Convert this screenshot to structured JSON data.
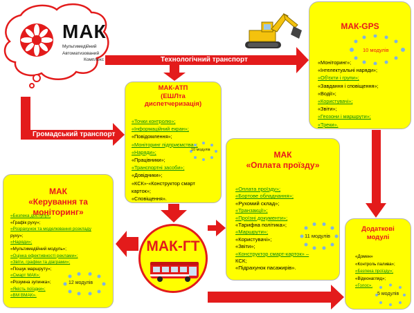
{
  "logo": {
    "title": "МАК",
    "subtitle_lines": [
      "Мультимедійний",
      "Автоматизований",
      "Комплекс"
    ]
  },
  "arrows": {
    "tech_transport": "Технологічний транспорт",
    "public_transport": "Громадський транспорт"
  },
  "gps": {
    "title": "МАК-GPS",
    "modules": "10 модулів",
    "items": [
      "«Моніторинг»;",
      "«Інтелектуальні наряди»;",
      "«Об'єкти і групи»;",
      "«Завдання і сповіщення»;",
      "«Водії»;",
      "«Користувачі»;",
      "«Звіти»;",
      "«Геозони і маршрути»;",
      "«Треки»."
    ]
  },
  "atp": {
    "title_lines": [
      "МАК-АТП",
      "(ЕШЛта",
      "диспетчеризація)"
    ],
    "modules": "10 модулів",
    "items": [
      "«Точки контролю»;",
      "«Інформаційний екран»;",
      "«Повідомлення»;",
      "«Моніторинг підприємства»;",
      "«Наряди»;",
      "«Працівники»;",
      "«Транспортні засоби»;",
      "«Довідники»;",
      "«КСК»-«Конструктор смарт",
      "карток»;",
      "«Сповіщення»."
    ]
  },
  "oplata": {
    "title_lines": [
      "МАК",
      "«Оплата проїзду»"
    ],
    "modules": "11 модулів",
    "items": [
      "«Оплата проїзду»;",
      "«Бортове обладнання»;",
      "«Рухомий склад»;",
      "«Транзакції»;",
      "«Проїзні документи»;",
      "«Тарифна політика»;",
      "«Маршрути»;",
      "«Користувачі»;",
      "«Звіти»;",
      "«Конструктор смарт-карток» –",
      "КСК;",
      "«Підрахунок пасажирів»."
    ]
  },
  "keruvannia": {
    "title_lines": [
      "МАК",
      "«Керування та",
      "моніторинг»"
    ],
    "modules": "12 модулів",
    "items": [
      "«Безпека доступу»;",
      "«Графік руху»;",
      "«Розрахунок та моделювання розкладу",
      "руху»;",
      "«Наряди»;",
      "«Мультимедійний модуль»;",
      "«Оцінка ефективності реклами»;",
      "«Звіти, графіки та діаграми»;",
      "«Пошук маршруту»;",
      "«Смарт МАК»;",
      "«Розумна зупинка»;",
      "«Якість поїздки»;",
      "«ВМ ВМАК»."
    ]
  },
  "dodatkovi": {
    "title_lines": [
      "Додаткові",
      "модулі"
    ],
    "modules": "5 модулів",
    "items": [
      "«Домен»",
      "«Контроль палива»;",
      "«Безпека проїзду»;",
      "«Відеонагляд»;",
      "«Голос»."
    ]
  },
  "gt": {
    "title": "МАК-ГТ"
  },
  "colors": {
    "arrow": "#e31b1b",
    "box": "#ffff00",
    "title": "#e8161b",
    "link": "#0a8a0a"
  }
}
